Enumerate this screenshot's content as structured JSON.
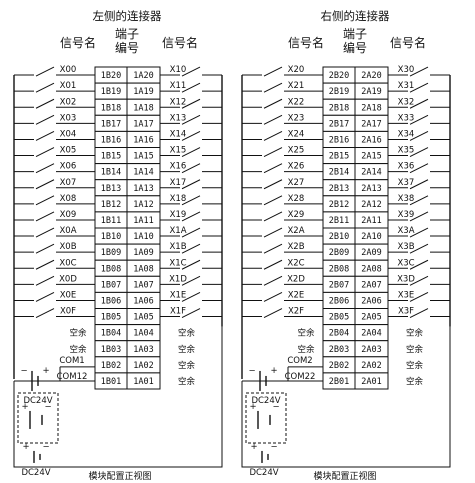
{
  "left": {
    "title": "左侧的连接器",
    "header": {
      "signal_left": "信号名",
      "terminal": "端子\n编号",
      "signal_right": "信号名"
    },
    "rows": [
      {
        "in_l": "X00",
        "pin_l": "1B20",
        "pin_r": "1A20",
        "in_r": "X10"
      },
      {
        "in_l": "X01",
        "pin_l": "1B19",
        "pin_r": "1A19",
        "in_r": "X11"
      },
      {
        "in_l": "X02",
        "pin_l": "1B18",
        "pin_r": "1A18",
        "in_r": "X12"
      },
      {
        "in_l": "X03",
        "pin_l": "1B17",
        "pin_r": "1A17",
        "in_r": "X13"
      },
      {
        "in_l": "X04",
        "pin_l": "1B16",
        "pin_r": "1A16",
        "in_r": "X14"
      },
      {
        "in_l": "X05",
        "pin_l": "1B15",
        "pin_r": "1A15",
        "in_r": "X15"
      },
      {
        "in_l": "X06",
        "pin_l": "1B14",
        "pin_r": "1A14",
        "in_r": "X16"
      },
      {
        "in_l": "X07",
        "pin_l": "1B13",
        "pin_r": "1A13",
        "in_r": "X17"
      },
      {
        "in_l": "X08",
        "pin_l": "1B12",
        "pin_r": "1A12",
        "in_r": "X18"
      },
      {
        "in_l": "X09",
        "pin_l": "1B11",
        "pin_r": "1A11",
        "in_r": "X19"
      },
      {
        "in_l": "X0A",
        "pin_l": "1B10",
        "pin_r": "1A10",
        "in_r": "X1A"
      },
      {
        "in_l": "X0B",
        "pin_l": "1B09",
        "pin_r": "1A09",
        "in_r": "X1B"
      },
      {
        "in_l": "X0C",
        "pin_l": "1B08",
        "pin_r": "1A08",
        "in_r": "X1C"
      },
      {
        "in_l": "X0D",
        "pin_l": "1B07",
        "pin_r": "1A07",
        "in_r": "X1D"
      },
      {
        "in_l": "X0E",
        "pin_l": "1B06",
        "pin_r": "1A06",
        "in_r": "X1E"
      },
      {
        "in_l": "X0F",
        "pin_l": "1B05",
        "pin_r": "1A05",
        "in_r": "X1F"
      },
      {
        "in_l": "空余",
        "pin_l": "1B04",
        "pin_r": "1A04",
        "in_r": "空余"
      },
      {
        "in_l": "空余",
        "pin_l": "1B03",
        "pin_r": "1A03",
        "in_r": "空余"
      },
      {
        "in_l": "COM1",
        "pin_l": "1B02",
        "pin_r": "1A02",
        "in_r": "空余"
      },
      {
        "in_l": "COM12",
        "pin_l": "1B01",
        "pin_r": "1A01",
        "in_r": "空余"
      }
    ],
    "supply_label": "DC24V",
    "plus": "+",
    "minus": "−"
  },
  "right": {
    "title": "右侧的连接器",
    "header": {
      "signal_left": "信号名",
      "terminal": "端子\n编号",
      "signal_right": "信号名"
    },
    "rows": [
      {
        "in_l": "X20",
        "pin_l": "2B20",
        "pin_r": "2A20",
        "in_r": "X30"
      },
      {
        "in_l": "X21",
        "pin_l": "2B19",
        "pin_r": "2A19",
        "in_r": "X31"
      },
      {
        "in_l": "X22",
        "pin_l": "2B18",
        "pin_r": "2A18",
        "in_r": "X32"
      },
      {
        "in_l": "X23",
        "pin_l": "2B17",
        "pin_r": "2A17",
        "in_r": "X33"
      },
      {
        "in_l": "X24",
        "pin_l": "2B16",
        "pin_r": "2A16",
        "in_r": "X34"
      },
      {
        "in_l": "X25",
        "pin_l": "2B15",
        "pin_r": "2A15",
        "in_r": "X35"
      },
      {
        "in_l": "X26",
        "pin_l": "2B14",
        "pin_r": "2A14",
        "in_r": "X36"
      },
      {
        "in_l": "X27",
        "pin_l": "2B13",
        "pin_r": "2A13",
        "in_r": "X37"
      },
      {
        "in_l": "X28",
        "pin_l": "2B12",
        "pin_r": "2A12",
        "in_r": "X38"
      },
      {
        "in_l": "X29",
        "pin_l": "2B11",
        "pin_r": "2A11",
        "in_r": "X39"
      },
      {
        "in_l": "X2A",
        "pin_l": "2B10",
        "pin_r": "2A10",
        "in_r": "X3A"
      },
      {
        "in_l": "X2B",
        "pin_l": "2B09",
        "pin_r": "2A09",
        "in_r": "X3B"
      },
      {
        "in_l": "X2C",
        "pin_l": "2B08",
        "pin_r": "2A08",
        "in_r": "X3C"
      },
      {
        "in_l": "X2D",
        "pin_l": "2B07",
        "pin_r": "2A07",
        "in_r": "X3D"
      },
      {
        "in_l": "X2E",
        "pin_l": "2B06",
        "pin_r": "2A06",
        "in_r": "X3E"
      },
      {
        "in_l": "X2F",
        "pin_l": "2B05",
        "pin_r": "2A05",
        "in_r": "X3F"
      },
      {
        "in_l": "空余",
        "pin_l": "2B04",
        "pin_r": "2A04",
        "in_r": "空余"
      },
      {
        "in_l": "空余",
        "pin_l": "2B03",
        "pin_r": "2A03",
        "in_r": "空余"
      },
      {
        "in_l": "COM2",
        "pin_l": "2B02",
        "pin_r": "2A02",
        "in_r": "空余"
      },
      {
        "in_l": "COM22",
        "pin_l": "2B01",
        "pin_r": "2A01",
        "in_r": "空余"
      }
    ],
    "supply_label": "DC24V",
    "plus": "+",
    "minus": "−"
  },
  "captions": [
    "模块配置正视图",
    "模块配置正视图"
  ]
}
